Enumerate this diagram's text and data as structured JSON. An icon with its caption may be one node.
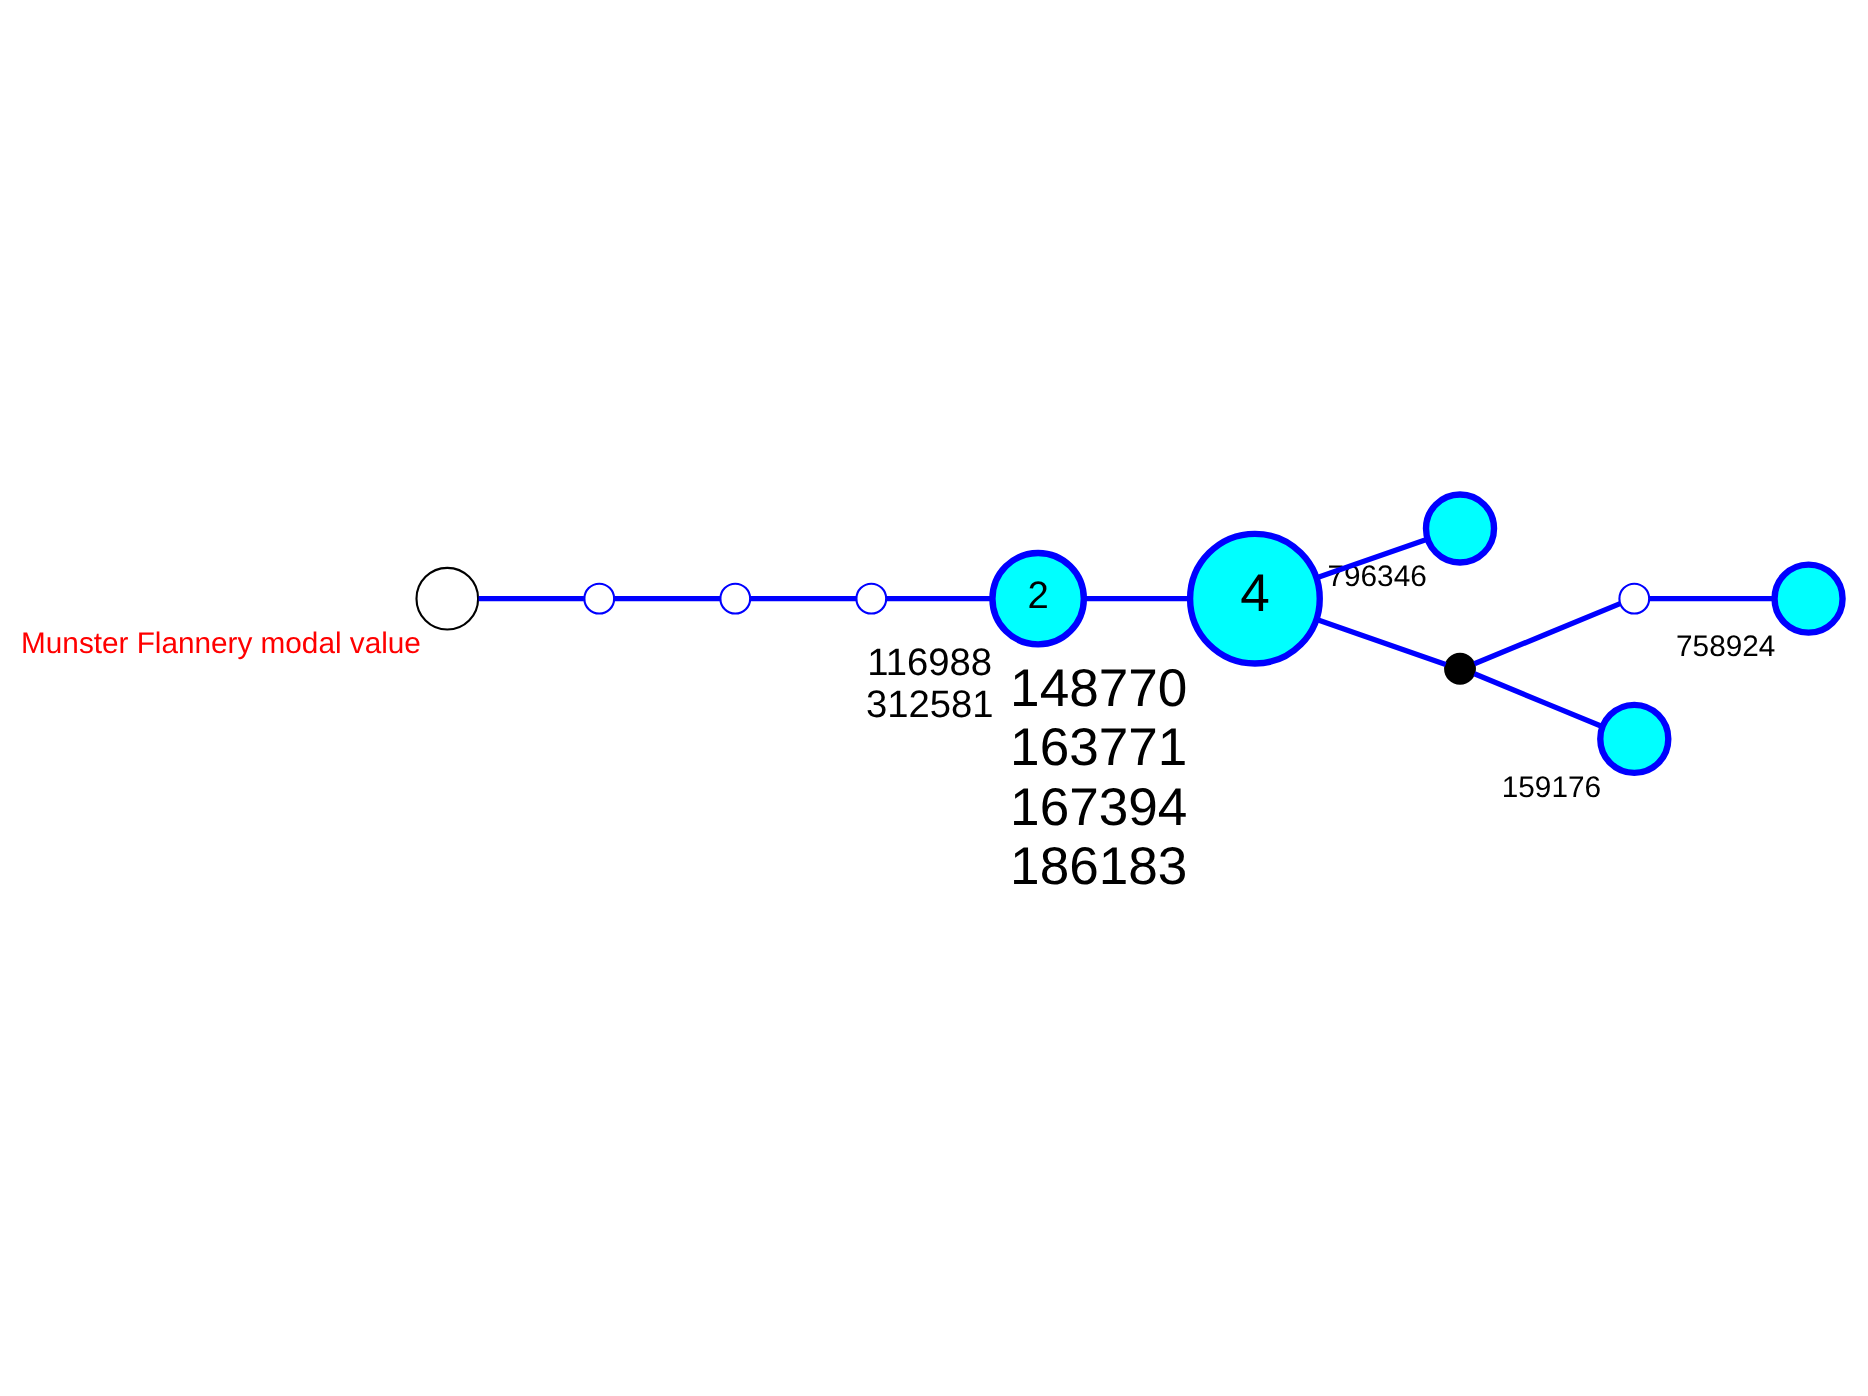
{
  "diagram": {
    "nodes": [
      {
        "text": [],
        "shape": "circle",
        "beside": [
          "Munster Flannery modal value"
        ]
      },
      {
        "text": [],
        "shape": "circle"
      },
      {
        "text": [],
        "shape": "circle"
      },
      {
        "text": [],
        "shape": "circle"
      },
      {
        "text": [
          "2"
        ],
        "beside": [
          "116988",
          "312581"
        ]
      },
      {
        "text": [
          "4"
        ],
        "beside": [
          "148770",
          "163771",
          "167394",
          "186183"
        ]
      },
      {
        "text": [],
        "shape": "circle",
        "beside": [
          "796346"
        ]
      },
      {
        "text": [],
        "shape": "circle"
      },
      {
        "text": [],
        "shape": "circle"
      },
      {
        "text": [],
        "shape": "circle",
        "beside": [
          "758924"
        ]
      },
      {
        "text": [],
        "shape": "circle",
        "beside": [
          "159176"
        ]
      }
    ],
    "edges": [
      {
        "from": 0,
        "to": 1,
        "arrow": "none"
      },
      {
        "from": 1,
        "to": 2,
        "arrow": "none"
      },
      {
        "from": 2,
        "to": 3,
        "arrow": "none"
      },
      {
        "from": 3,
        "to": 4,
        "arrow": "none"
      },
      {
        "from": 4,
        "to": 5,
        "arrow": "none"
      },
      {
        "from": 5,
        "to": 6,
        "arrow": "none"
      },
      {
        "from": 5,
        "to": 7,
        "arrow": "none"
      },
      {
        "from": 7,
        "to": 8,
        "arrow": "none"
      },
      {
        "from": 8,
        "to": 9,
        "arrow": "none"
      },
      {
        "from": 7,
        "to": 10,
        "arrow": "none"
      }
    ]
  }
}
